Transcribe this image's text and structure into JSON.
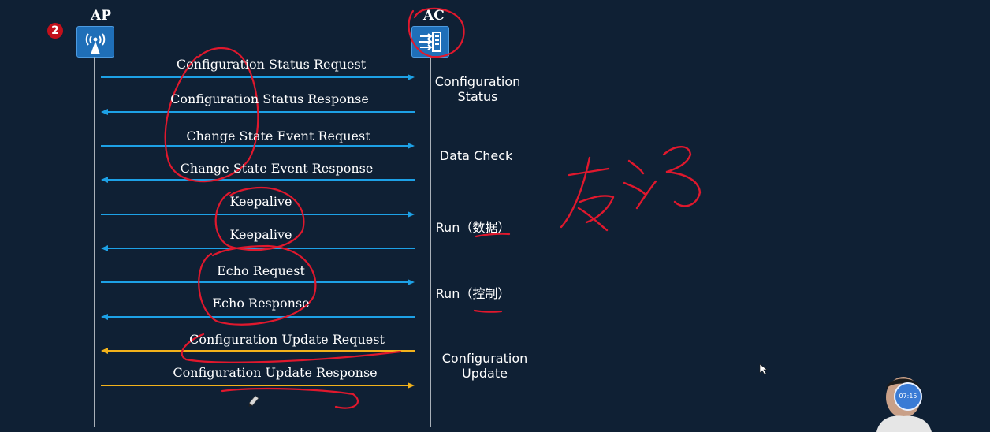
{
  "step_badge": "2",
  "nodes": {
    "ap": {
      "label": "AP"
    },
    "ac": {
      "label": "AC"
    }
  },
  "messages": [
    {
      "text": "Configuration Status Request",
      "direction": "ap-to-ac",
      "color": "#1da1e6"
    },
    {
      "text": "Configuration Status Response",
      "direction": "ac-to-ap",
      "color": "#1da1e6"
    },
    {
      "text": "Change State Event Request",
      "direction": "ap-to-ac",
      "color": "#1da1e6"
    },
    {
      "text": "Change State Event Response",
      "direction": "ac-to-ap",
      "color": "#1da1e6"
    },
    {
      "text": "Keepalive",
      "direction": "ap-to-ac",
      "color": "#1da1e6"
    },
    {
      "text": "Keepalive",
      "direction": "ac-to-ap",
      "color": "#1da1e6"
    },
    {
      "text": "Echo Request",
      "direction": "ap-to-ac",
      "color": "#1da1e6"
    },
    {
      "text": "Echo Response",
      "direction": "ac-to-ap",
      "color": "#1da1e6"
    },
    {
      "text": "Configuration Update Request",
      "direction": "ac-to-ap",
      "color": "#f2b21b"
    },
    {
      "text": "Configuration Update Response",
      "direction": "ap-to-ac",
      "color": "#f2b21b"
    }
  ],
  "phases": {
    "config_status": {
      "line1": "Configuration",
      "line2": "Status"
    },
    "data_check": {
      "text": "Data Check"
    },
    "run_data": {
      "text": "Run（数据）"
    },
    "run_control": {
      "text": "Run（控制）"
    },
    "config_update": {
      "line1": "Configuration",
      "line2": "Update"
    }
  },
  "handwriting": {
    "text": "在线"
  },
  "video_overlay": {
    "timer": "07:15"
  },
  "colors": {
    "background": "#0f2034",
    "lifeline": "#a9b0b8",
    "arrow_blue": "#1da1e6",
    "arrow_yellow": "#f2b21b",
    "annotation_red": "#e0182d"
  }
}
